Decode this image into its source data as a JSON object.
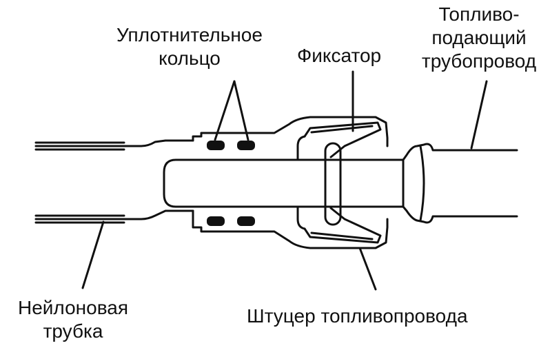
{
  "labels": {
    "o_ring_line1": "Уплотнительное",
    "o_ring_line2": "кольцо",
    "retainer": "Фиксатор",
    "feed_pipe_line1": "Топливо-",
    "feed_pipe_line2": "подающий",
    "feed_pipe_line3": "трубопровод",
    "nylon_tube_line1": "Нейлоновая",
    "nylon_tube_line2": "трубка",
    "fitting": "Штуцер топливопровода"
  }
}
